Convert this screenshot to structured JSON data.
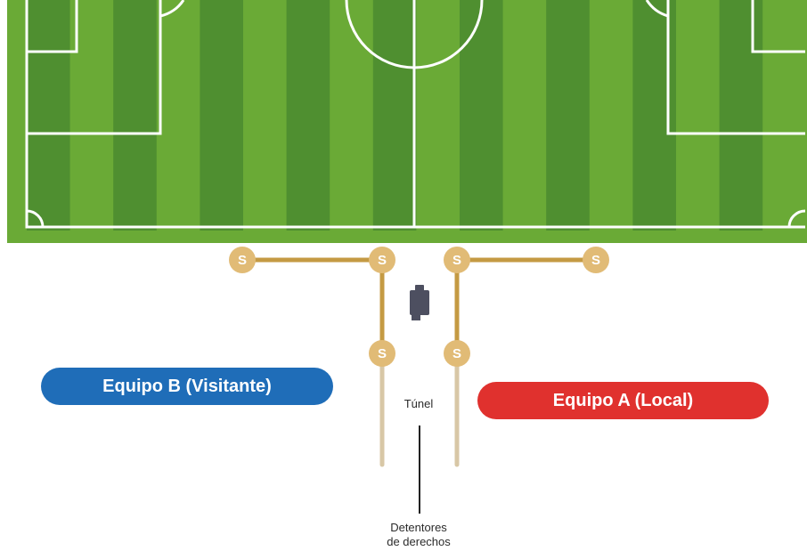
{
  "colors": {
    "pitch_dark": "#4f8f30",
    "pitch_light": "#6aaa36",
    "pitch_lines": "#ffffff",
    "path_gold": "#c49a43",
    "path_faded": "#d8c7a6",
    "steward_node": "#e1bb76",
    "team_b": "#1f6db8",
    "team_a": "#e0312e",
    "camera": "#4d4f60",
    "pointer_line": "#222222"
  },
  "teams": {
    "away": {
      "label": "Equipo B (Visitante)",
      "icon": "pill-badge"
    },
    "home": {
      "label": "Equipo A (Local)",
      "icon": "pill-badge"
    }
  },
  "steward": {
    "symbol": "S",
    "icon": "steward-circle-icon"
  },
  "tunnel": {
    "label": "Túnel"
  },
  "rights_holders": {
    "line1": "Detentores",
    "line2": "de derechos"
  },
  "camera": {
    "icon": "camera-icon"
  }
}
